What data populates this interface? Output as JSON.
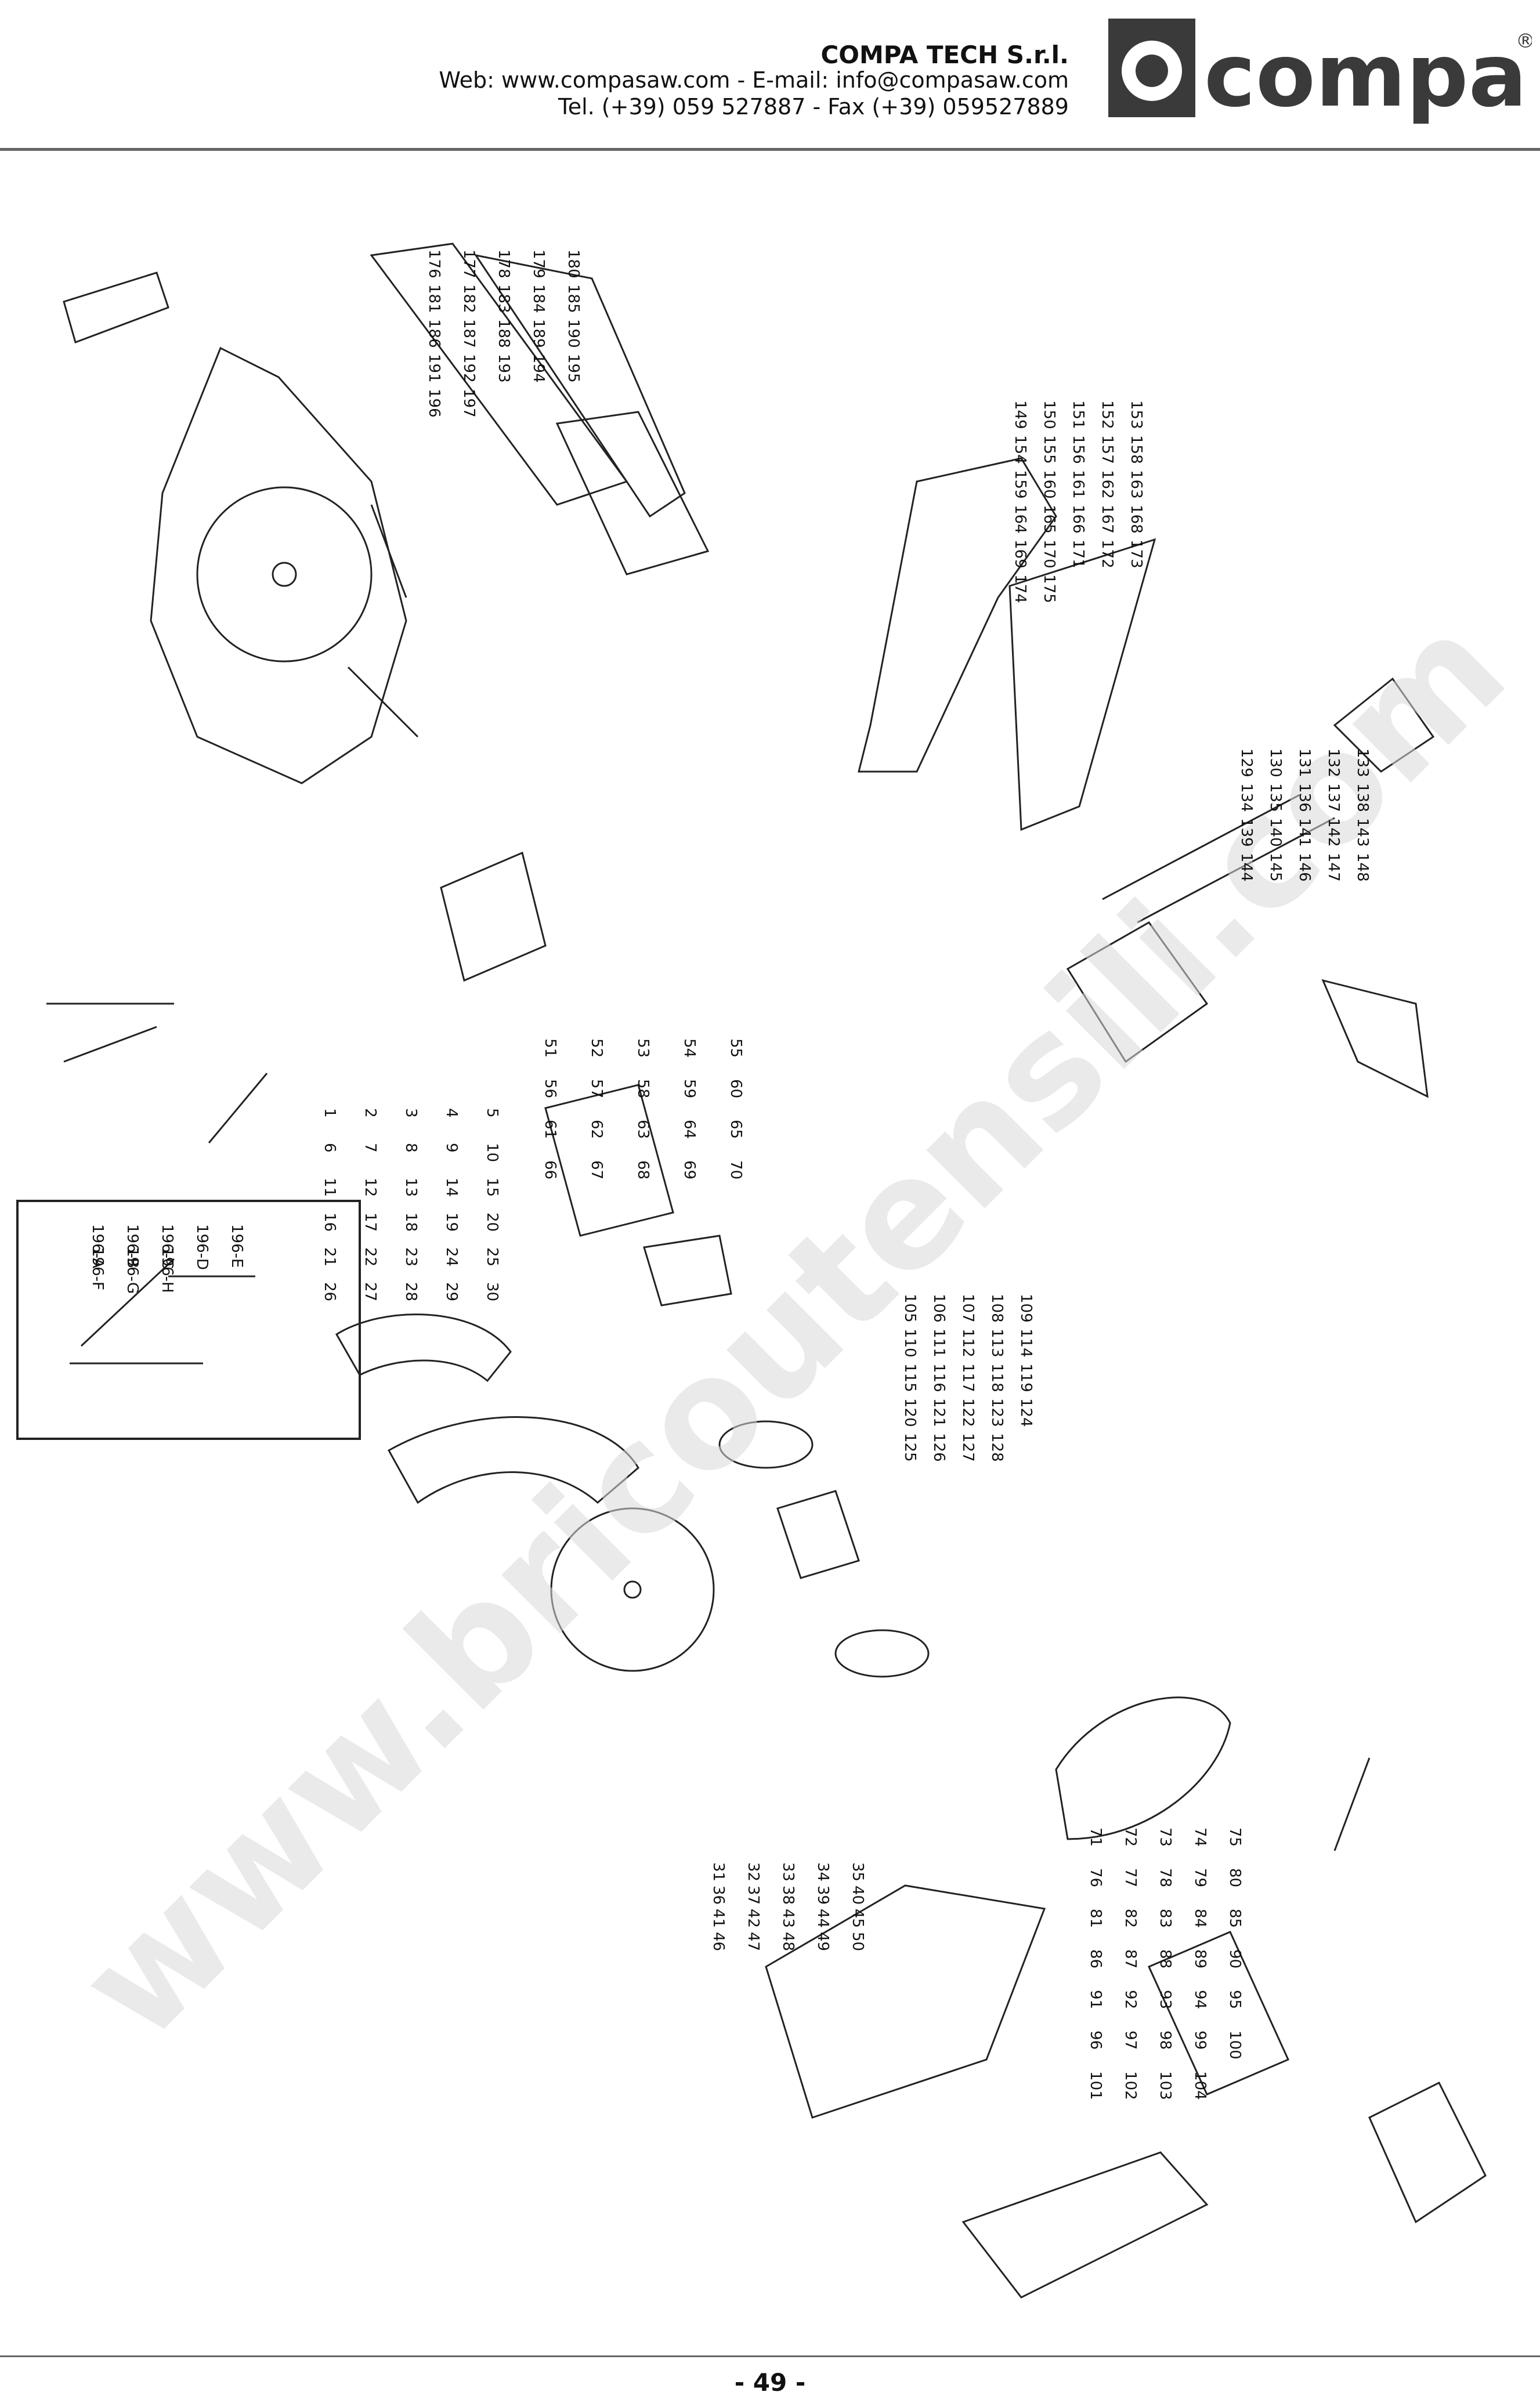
{
  "header": {
    "company": "COMPA TECH S.r.l.",
    "web_line": "Web: www.compasaw.com - E-mail: info@compasaw.com",
    "tel_line": "Tel. (+39) 059 527887 - Fax (+39) 059527889",
    "logo_text": "compa",
    "logo_mark": "®"
  },
  "watermark": "www.bricoutensili.com",
  "callouts": [
    "1",
    "2",
    "3",
    "4",
    "5",
    "6",
    "7",
    "8",
    "9",
    "10",
    "11",
    "12",
    "13",
    "14",
    "15",
    "16",
    "17",
    "18",
    "19",
    "20",
    "21",
    "22",
    "23",
    "24",
    "25",
    "26",
    "27",
    "28",
    "29",
    "30",
    "31",
    "32",
    "33",
    "34",
    "35",
    "36",
    "37",
    "38",
    "39",
    "40",
    "41",
    "42",
    "43",
    "44",
    "45",
    "46",
    "47",
    "48",
    "49",
    "50",
    "51",
    "52",
    "53",
    "54",
    "55",
    "56",
    "57",
    "58",
    "59",
    "60",
    "61",
    "62",
    "63",
    "64",
    "65",
    "66",
    "67",
    "68",
    "69",
    "70",
    "71",
    "72",
    "73",
    "74",
    "75",
    "76",
    "77",
    "78",
    "79",
    "80",
    "81",
    "82",
    "83",
    "84",
    "85",
    "86",
    "87",
    "88",
    "89",
    "90",
    "91",
    "92",
    "93",
    "94",
    "95",
    "96",
    "97",
    "98",
    "99",
    "100",
    "101",
    "102",
    "103",
    "104",
    "105",
    "106",
    "107",
    "108",
    "109",
    "110",
    "111",
    "112",
    "113",
    "114",
    "115",
    "116",
    "117",
    "118",
    "119",
    "120",
    "121",
    "122",
    "123",
    "124",
    "125",
    "126",
    "127",
    "128",
    "129",
    "130",
    "131",
    "132",
    "133",
    "134",
    "135",
    "136",
    "137",
    "138",
    "139",
    "140",
    "141",
    "142",
    "143",
    "144",
    "145",
    "146",
    "147",
    "148",
    "149",
    "150",
    "151",
    "152",
    "153",
    "154",
    "155",
    "156",
    "157",
    "158",
    "159",
    "160",
    "161",
    "162",
    "163",
    "164",
    "165",
    "166",
    "167",
    "168",
    "169",
    "170",
    "171",
    "172",
    "173",
    "174",
    "175",
    "176",
    "177",
    "178",
    "179",
    "180",
    "181",
    "182",
    "183",
    "184",
    "185",
    "186",
    "187",
    "188",
    "189",
    "190",
    "191",
    "192",
    "193",
    "194",
    "195",
    "196",
    "197",
    "196-A",
    "196-B",
    "196-C",
    "196-D",
    "196-E",
    "196-F",
    "196-G",
    "196-H"
  ],
  "footer": {
    "page": "- 49 -"
  }
}
